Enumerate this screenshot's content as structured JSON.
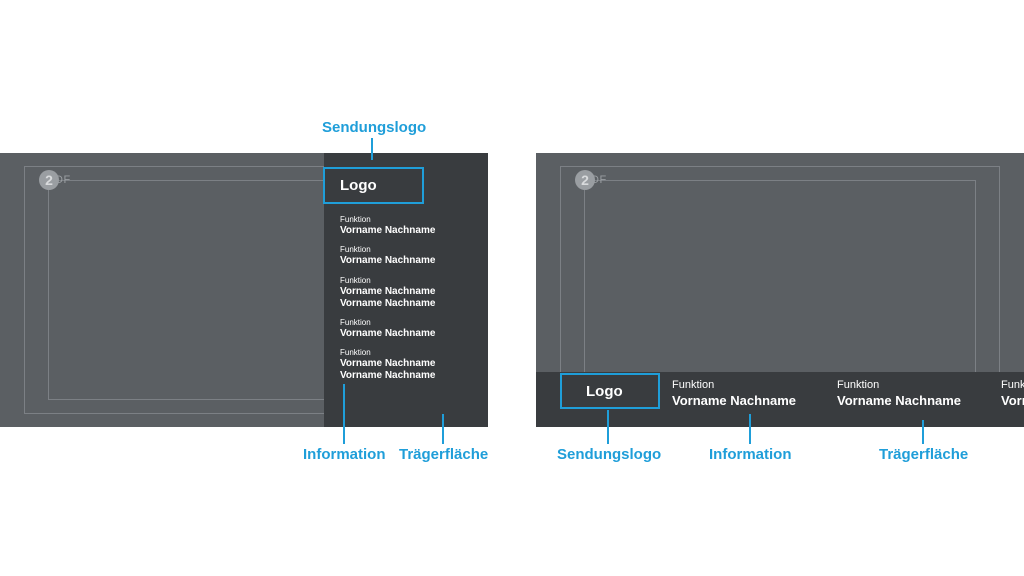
{
  "left": {
    "brand": {
      "mark": "2",
      "text": "DF"
    },
    "logo_text": "Logo",
    "credits": [
      {
        "func": "Funktion",
        "names": [
          "Vorname Nachname"
        ]
      },
      {
        "func": "Funktion",
        "names": [
          "Vorname Nachname"
        ]
      },
      {
        "func": "Funktion",
        "names": [
          "Vorname Nachname",
          "Vorname Nachname"
        ]
      },
      {
        "func": "Funktion",
        "names": [
          "Vorname Nachname"
        ]
      },
      {
        "func": "Funktion",
        "names": [
          "Vorname Nachname",
          "Vorname Nachname"
        ]
      }
    ],
    "labels": {
      "top": "Sendungslogo",
      "info": "Information",
      "carrier": "Trägerfläche"
    }
  },
  "right": {
    "brand": {
      "mark": "2",
      "text": "DF"
    },
    "logo_text": "Logo",
    "credits": [
      {
        "func": "Funktion",
        "name": "Vorname Nachname"
      },
      {
        "func": "Funktion",
        "name": "Vorname Nachname"
      },
      {
        "func": "Funktion",
        "name": "Vorname Nachname"
      }
    ],
    "labels": {
      "logo": "Sendungslogo",
      "info": "Information",
      "carrier": "Trägerfläche"
    }
  },
  "colors": {
    "accent": "#1f9ed9",
    "screen": "#5b5f63",
    "panel": "#393c3f"
  }
}
